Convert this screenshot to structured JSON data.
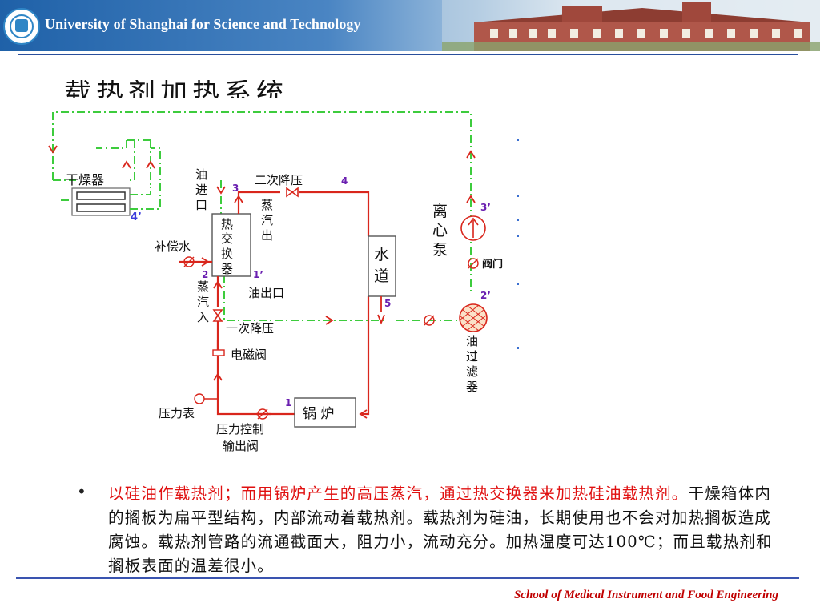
{
  "header": {
    "university_name": "University of Shanghai for Science and Technology"
  },
  "slide": {
    "title": "载热剂加热系统"
  },
  "diagram": {
    "labels": {
      "dryer": "干燥器",
      "oil_inlet": [
        "油",
        "进",
        "口"
      ],
      "heat_exchanger": [
        "热",
        "交",
        "换",
        "器"
      ],
      "secondary_pressure_reduction": "二次降压",
      "steam_out": [
        "蒸",
        "汽",
        "出"
      ],
      "compensation_water": "补偿水",
      "steam_in": [
        "蒸",
        "汽",
        "入"
      ],
      "oil_outlet": "油出口",
      "primary_pressure_reduction": "一次降压",
      "solenoid_valve": "电磁阀",
      "pressure_gauge": "压力表",
      "pressure_control_valve": [
        "压力控制",
        "输出阀"
      ],
      "boiler": "锅 炉",
      "water_channel": [
        "水",
        "道"
      ],
      "centrifugal_pump": [
        "离",
        "心",
        "泵"
      ],
      "valve": "阀门",
      "oil_filter": [
        "油",
        "过",
        "滤",
        "器"
      ]
    },
    "point_numbers": {
      "p1": "1",
      "p1p": "1’",
      "p2": "2",
      "p2p": "2’",
      "p3": "3",
      "p3p": "3’",
      "p4": "4",
      "p4p": "4’",
      "p5": "5"
    },
    "colors": {
      "steam_line": "#d9261c",
      "oil_line": "#3dcc3d",
      "label_number": "#6a1fb0"
    }
  },
  "bullet": {
    "red_part": "以硅油作载热剂；而用锅炉产生的高压蒸汽，通过热交换器来加热硅油载热剂。",
    "black_part": "干燥箱体内的搁板为扁平型结构，内部流动着载热剂。载热剂为硅油，长期使用也不会对加热搁板造成腐蚀。载热剂管路的流通截面大，阻力小，流动充分。加热温度可达100℃；而且载热剂和搁板表面的温差很小。"
  },
  "footer": {
    "school": "School of Medical Instrument and Food Engineering"
  }
}
